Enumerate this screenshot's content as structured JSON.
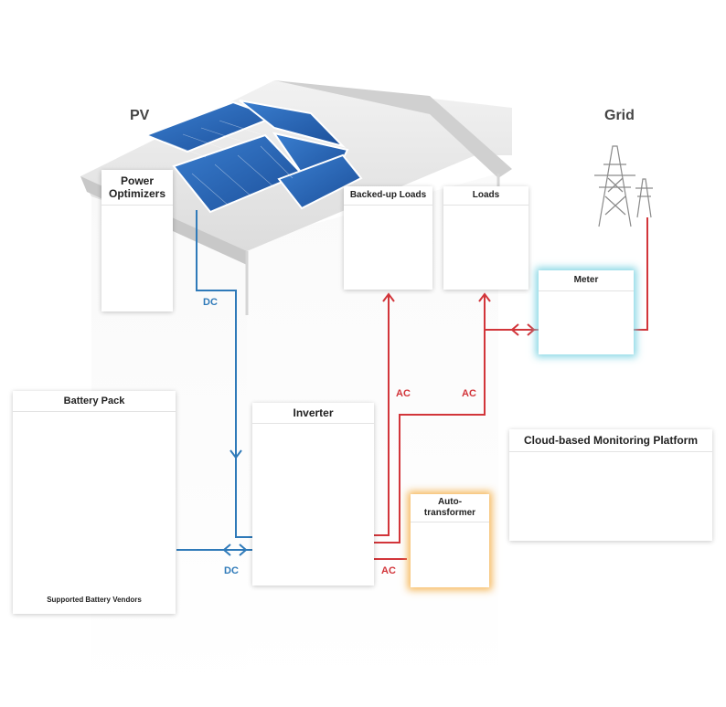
{
  "labels": {
    "pv": "PV",
    "grid": "Grid",
    "power_optimizers": "Power\nOptimizers",
    "backed_up_loads": "Backed-up Loads",
    "loads": "Loads",
    "meter": "Meter",
    "battery_pack": "Battery Pack",
    "supported_vendors": "Supported Battery Vendors",
    "inverter": "Inverter",
    "autotransformer": "Auto-\ntransformer",
    "cloud_platform": "Cloud-based Monitoring Platform"
  },
  "connections": {
    "dc_pv": "DC",
    "dc_battery": "DC",
    "ac_backup": "AC",
    "ac_loads": "AC",
    "ac_auto": "AC"
  },
  "colors": {
    "dc_line": "#2f7ab9",
    "ac_line": "#d2353a",
    "meter_glow": "#78d2e1",
    "autotransformer_glow": "#f5af46"
  }
}
